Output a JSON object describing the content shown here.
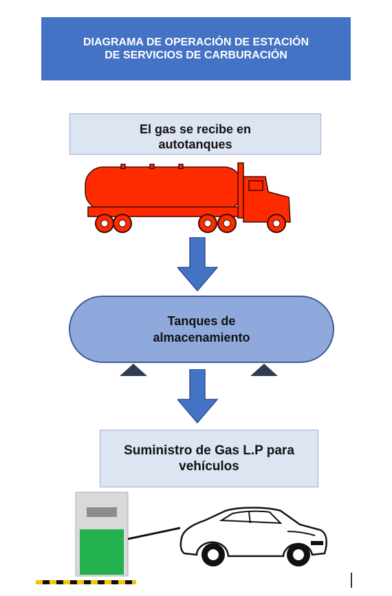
{
  "title": "DIAGRAMA DE OPERACIÓN DE ESTACIÓN DE SERVICIOS DE CARBURACIÓN",
  "steps": [
    {
      "label": "El gas se recibe en autotanques"
    },
    {
      "label": "Tanques de almacenamiento"
    },
    {
      "label": "Suministro  de Gas L.P para vehículos"
    }
  ],
  "colors": {
    "title_bg": "#4472c4",
    "box_bg": "#dde4f2",
    "tank_fill": "#8fa9dc",
    "arrow": "#4472c4",
    "truck": "#ff2a00",
    "pump_green": "#22b14c"
  },
  "icons": [
    "tanker-truck-icon",
    "down-arrow-icon",
    "fuel-pump-icon",
    "car-icon"
  ]
}
